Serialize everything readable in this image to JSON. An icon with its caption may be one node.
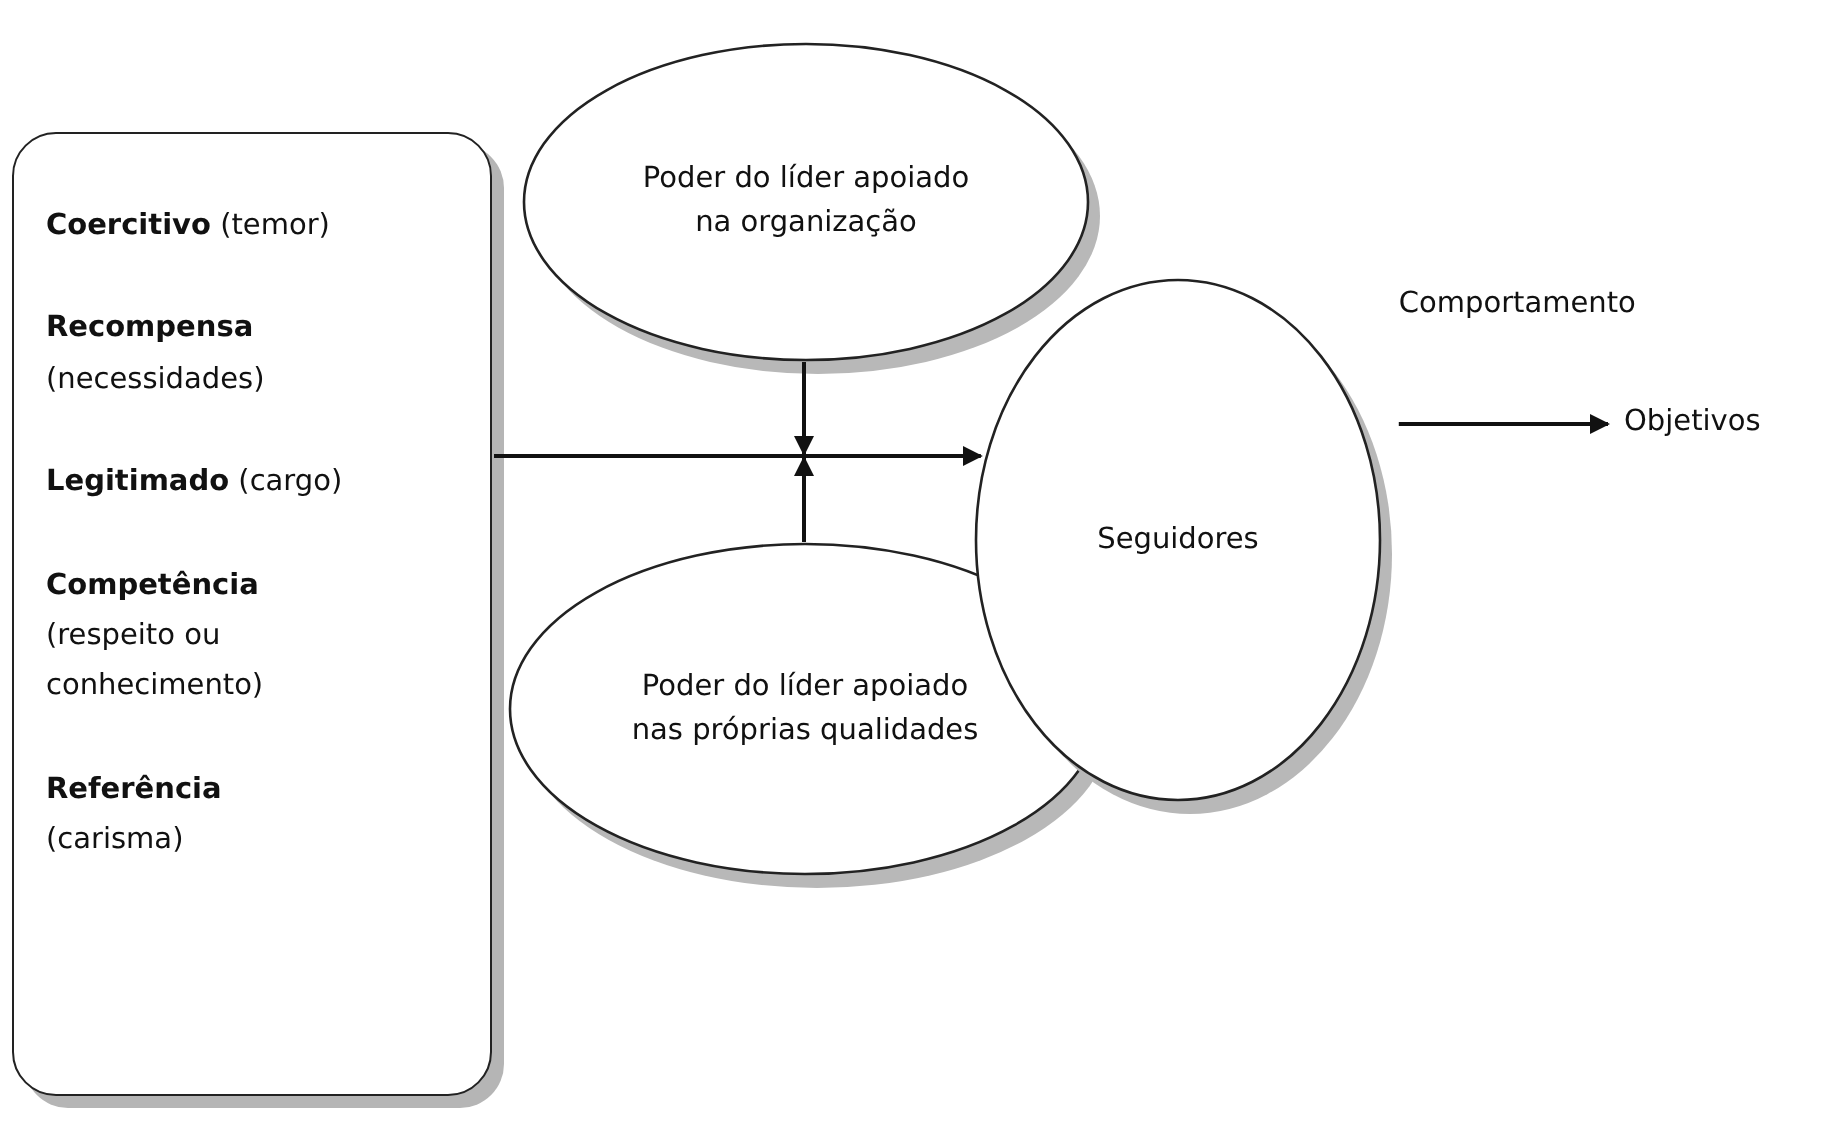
{
  "diagram": {
    "nodes": [
      {
        "text": [
          "**Coercitivo** (temor)",
          "**Recompensa** (necessidades)",
          "**Legitimado** (cargo)",
          "**Competência** (respeito ou conhecimento)",
          "**Referência** (carisma)"
        ]
      },
      {
        "text": [
          "Poder do líder apoiado na organização"
        ]
      },
      {
        "text": [
          "Poder do líder apoiado nas próprias qualidades"
        ]
      },
      {
        "text": [
          "Seguidores"
        ]
      },
      {
        "text": [
          "Objetivos"
        ]
      }
    ],
    "edges": [
      {
        "from": 0,
        "to": 3,
        "arrow": "to"
      },
      {
        "from": 1,
        "to": null,
        "arrow": "to"
      },
      {
        "from": 2,
        "to": null,
        "arrow": "to"
      },
      {
        "from": 3,
        "to": 4,
        "label": "Comportamento",
        "arrow": "to"
      }
    ]
  }
}
